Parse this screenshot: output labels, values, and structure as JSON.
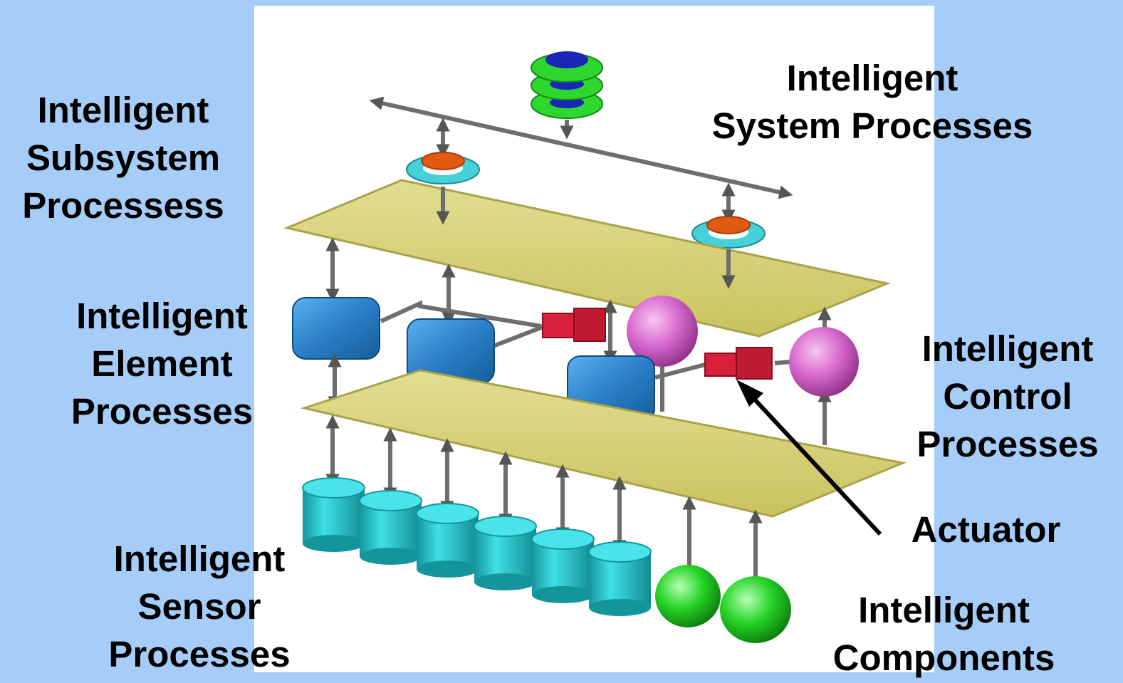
{
  "colors": {
    "background": "#a6cdf7",
    "panel": "#ffffff",
    "board": "#d6d17a",
    "cube": "#2a7fc7",
    "cylinder": "#27c7cf",
    "sphere_pink": "#d96ad0",
    "sphere_green": "#2bd62b",
    "actuator": "#d8203b",
    "stack_green": "#2ed72e",
    "stack_blue": "#1a26b8",
    "ring_teal": "#46d0d8",
    "disc_orange": "#e05a12",
    "connector": "#6e6e6e"
  },
  "labels": {
    "subsystem": [
      "Intelligent",
      "Subsystem",
      "Processess"
    ],
    "system": [
      "Intelligent",
      "System Processes"
    ],
    "element": [
      "Intelligent",
      "Element",
      "Processes"
    ],
    "control": [
      "Intelligent",
      "Control",
      "Processes"
    ],
    "actuator": "Actuator",
    "sensor": [
      "Intelligent",
      "Sensor",
      "Processes"
    ],
    "components": [
      "Intelligent",
      "Components"
    ]
  }
}
